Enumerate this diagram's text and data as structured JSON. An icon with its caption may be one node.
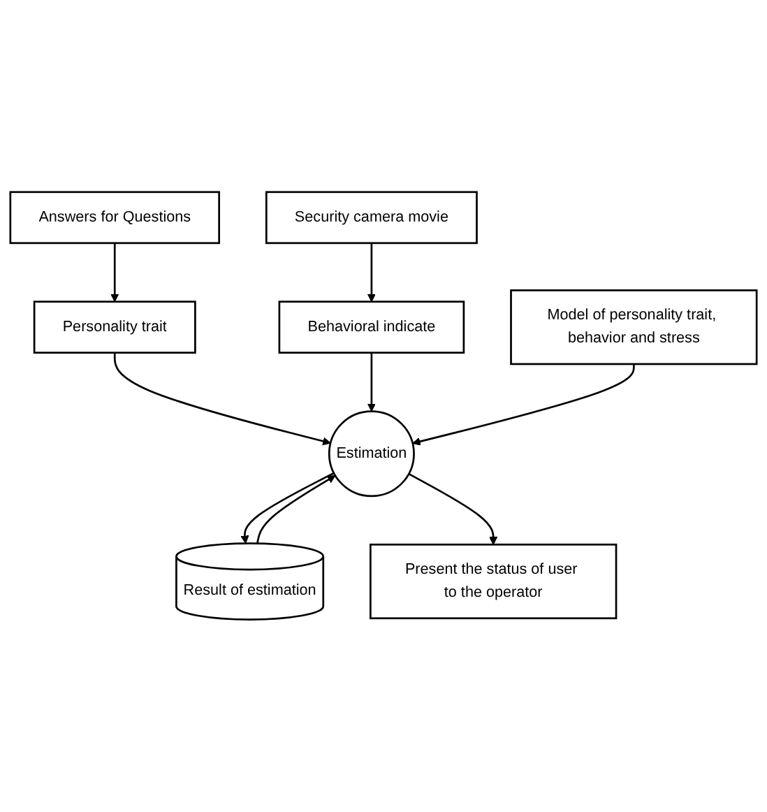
{
  "diagram": {
    "nodes": [
      {
        "text": [
          "Answers for Questions"
        ]
      },
      {
        "text": [
          "Security camera movie"
        ]
      },
      {
        "text": [
          "Personality trait"
        ]
      },
      {
        "text": [
          "Behavioral indicate"
        ]
      },
      {
        "text": [
          "Result of estimation"
        ]
      },
      {
        "text": [
          "Estimation"
        ]
      },
      {
        "text": [
          "Model of personality trait, behavior and stress"
        ]
      },
      {
        "text": [
          "Present the status of user to the operator"
        ]
      }
    ],
    "edges": [
      {
        "from": 0,
        "to": 2,
        "arrow": "to"
      },
      {
        "from": 1,
        "to": 3,
        "arrow": "to"
      },
      {
        "from": 2,
        "to": 5,
        "arrow": "to"
      },
      {
        "from": 3,
        "to": 5,
        "arrow": "to"
      },
      {
        "from": 5,
        "to": 4,
        "arrow": "to"
      },
      {
        "from": 4,
        "to": 5,
        "arrow": "to"
      },
      {
        "from": 6,
        "to": 5,
        "arrow": "to"
      },
      {
        "from": 5,
        "to": 7,
        "arrow": "to"
      }
    ]
  }
}
